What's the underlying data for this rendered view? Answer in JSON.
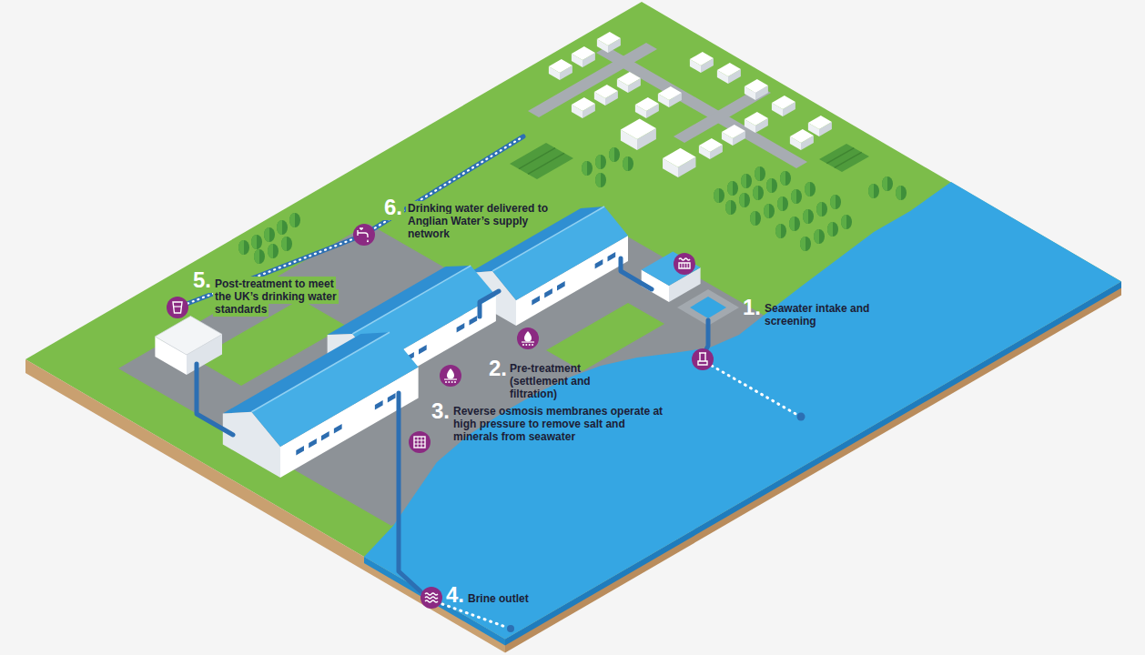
{
  "diagram": {
    "labels": [
      "1.",
      "Seawater intake and screening",
      "2.",
      "Pre-treatment (settlement and filtration)",
      "3.",
      "Reverse osmosis membranes operate at high pressure to remove salt and minerals from seawater",
      "4.",
      "Brine outlet",
      "5.",
      "Post-treatment to meet the UK’s drinking water standards",
      "6.",
      "Drinking water delivered to Anglian Water’s supply network"
    ]
  }
}
